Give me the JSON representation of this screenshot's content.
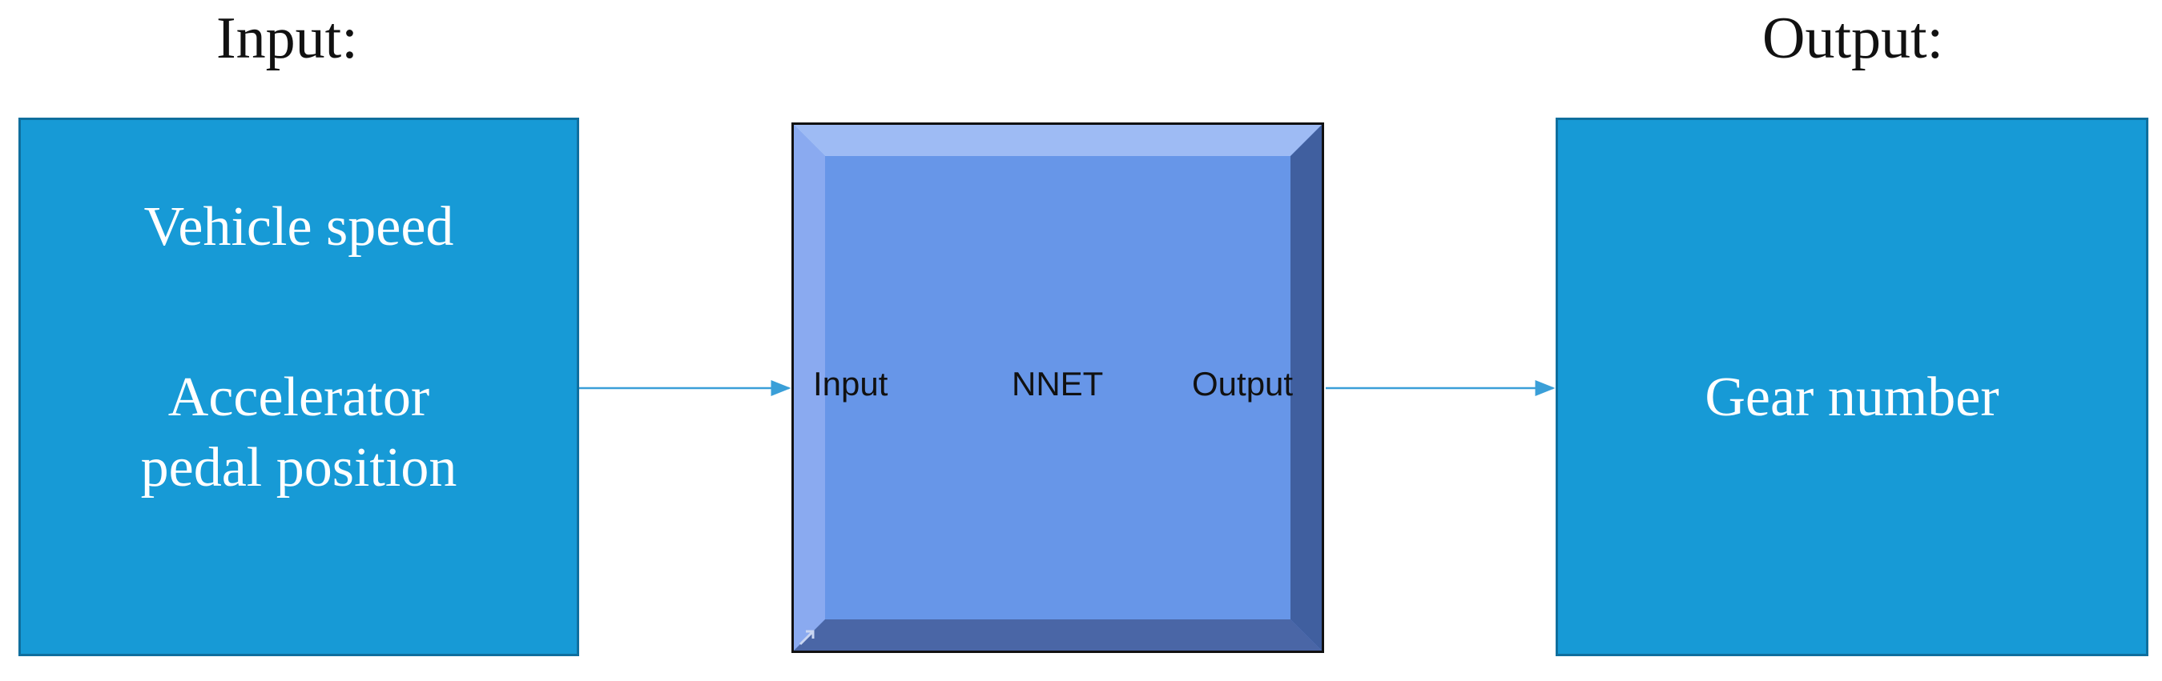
{
  "headings": {
    "input": "Input:",
    "output": "Output:"
  },
  "input_box": {
    "line1": "Vehicle speed",
    "line2a": "Accelerator",
    "line2b": "pedal position"
  },
  "block": {
    "port_in": "Input",
    "name": "NNET",
    "port_out": "Output"
  },
  "output_box": {
    "label": "Gear number"
  },
  "colors": {
    "box_fill": "#179ad6",
    "block_fill": "#6796e8",
    "arrow": "#3a9fd8"
  }
}
